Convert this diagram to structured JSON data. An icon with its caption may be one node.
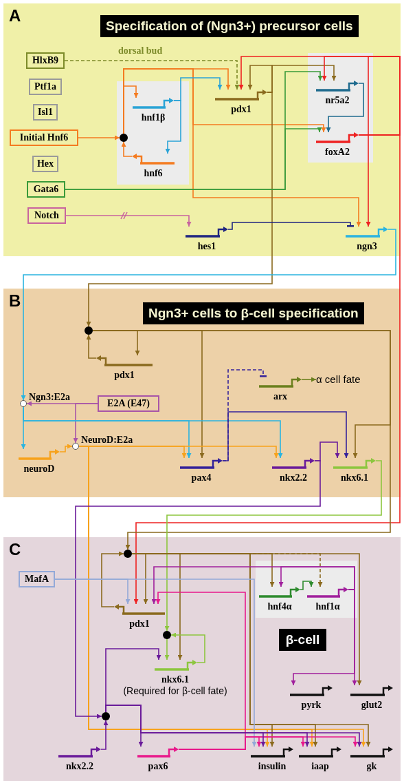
{
  "diagram": {
    "nodes": [
      {
        "text": [
          "A",
          "Specification of (Ngn3+) precursor cells"
        ]
      },
      {
        "text": [
          "HlxB9"
        ],
        "in": 0
      },
      {
        "text": [
          "Ptf1a"
        ],
        "in": 0
      },
      {
        "text": [
          "Isl1"
        ],
        "in": 0
      },
      {
        "text": [
          "Initial Hnf6"
        ],
        "in": 0
      },
      {
        "text": [
          "Hex"
        ],
        "in": 0
      },
      {
        "text": [
          "Gata6"
        ],
        "in": 0
      },
      {
        "text": [
          "Notch"
        ],
        "in": 0
      },
      {
        "text": [],
        "shape": "box",
        "in": 0
      },
      {
        "text": [
          "hnf1β"
        ],
        "in": 8
      },
      {
        "text": [
          "hnf6"
        ],
        "in": 8
      },
      {
        "text": [],
        "shape": "circle",
        "in": 8
      },
      {
        "text": [
          "pdx1"
        ],
        "in": 0
      },
      {
        "text": [],
        "shape": "box",
        "in": 0
      },
      {
        "text": [
          "nr5a2"
        ],
        "in": 13
      },
      {
        "text": [
          "foxA2"
        ],
        "in": 13
      },
      {
        "text": [
          "hes1"
        ],
        "in": 0
      },
      {
        "text": [
          "ngn3"
        ],
        "in": 0
      },
      {
        "text": [
          "B",
          "Ngn3+ cells to β-cell specification"
        ]
      },
      {
        "text": [],
        "shape": "circle",
        "in": 18
      },
      {
        "text": [
          "pdx1"
        ],
        "in": 18
      },
      {
        "text": [
          "arx"
        ],
        "in": 18
      },
      {
        "text": [
          "α cell fate"
        ],
        "in": 18
      },
      {
        "text": [],
        "shape": "circle",
        "beside": [
          "Ngn3:E2a"
        ],
        "in": 18
      },
      {
        "text": [
          "E2A (E47)"
        ],
        "in": 18
      },
      {
        "text": [],
        "shape": "circle",
        "beside": [
          "NeuroD:E2a"
        ],
        "in": 18
      },
      {
        "text": [
          "neuroD"
        ],
        "in": 18
      },
      {
        "text": [
          "pax4"
        ],
        "in": 18
      },
      {
        "text": [
          "nkx2.2"
        ],
        "in": 18
      },
      {
        "text": [
          "nkx6.1"
        ],
        "in": 18
      },
      {
        "text": [
          "C"
        ]
      },
      {
        "text": [
          "β-cell"
        ],
        "in": 30
      },
      {
        "text": [
          "MafA"
        ],
        "in": 30
      },
      {
        "text": [],
        "shape": "circle",
        "in": 30
      },
      {
        "text": [
          "pdx1"
        ],
        "in": 30
      },
      {
        "text": [],
        "shape": "box",
        "in": 30
      },
      {
        "text": [
          "hnf4α"
        ],
        "in": 35
      },
      {
        "text": [
          "hnf1α"
        ],
        "in": 35
      },
      {
        "text": [],
        "shape": "circle",
        "in": 30
      },
      {
        "text": [
          "nkx6.1",
          "(Required for β-cell fate)"
        ],
        "in": 30
      },
      {
        "text": [],
        "shape": "circle",
        "in": 30
      },
      {
        "text": [
          "nkx2.2"
        ],
        "in": 30
      },
      {
        "text": [
          "pax6"
        ],
        "in": 30
      },
      {
        "text": [
          "pyrk"
        ],
        "in": 30
      },
      {
        "text": [
          "glut2"
        ],
        "in": 30
      },
      {
        "text": [
          "insulin"
        ],
        "in": 30
      },
      {
        "text": [
          "iaap"
        ],
        "in": 30
      },
      {
        "text": [
          "gk"
        ],
        "in": 30
      }
    ],
    "edges": [
      {
        "from": 1,
        "to": 12,
        "arrow": "to",
        "style": "dashed",
        "color": "#7d8b2a",
        "label": "dorsal bud"
      },
      {
        "from": 4,
        "to": 11,
        "arrow": "to",
        "color": "#f47b20"
      },
      {
        "from": 11,
        "to": 9,
        "arrow": "to",
        "color": "#f47b20"
      },
      {
        "from": 11,
        "to": 12,
        "arrow": "to",
        "color": "#f47b20"
      },
      {
        "from": 11,
        "to": 15,
        "arrow": "to",
        "color": "#f47b20"
      },
      {
        "from": 11,
        "to": 17,
        "arrow": "to",
        "color": "#f47b20"
      },
      {
        "from": 9,
        "to": 12,
        "arrow": "to",
        "color": "#2aa3d6"
      },
      {
        "from": 9,
        "to": 10,
        "arrow": "to",
        "color": "#2aa3d6"
      },
      {
        "from": 10,
        "to": 11,
        "arrow": "to",
        "color": "#f47b20"
      },
      {
        "from": 12,
        "to": 12,
        "arrow": "to",
        "color": "#8a6a1e"
      },
      {
        "from": 12,
        "to": 14,
        "arrow": "to",
        "color": "#8a6a1e"
      },
      {
        "from": 12,
        "to": 19,
        "arrow": "to",
        "color": "#8a6a1e"
      },
      {
        "from": 15,
        "to": 12,
        "arrow": "to",
        "color": "#ee2222"
      },
      {
        "from": 15,
        "to": 14,
        "arrow": "to",
        "color": "#ee2222"
      },
      {
        "from": 15,
        "to": 17,
        "arrow": "to",
        "color": "#ee2222"
      },
      {
        "from": 15,
        "to": 34,
        "arrow": "to",
        "color": "#ee2222"
      },
      {
        "from": 14,
        "to": 15,
        "arrow": "to",
        "color": "#1f6b8e"
      },
      {
        "from": 6,
        "to": 14,
        "arrow": "to",
        "color": "#3a9a3a"
      },
      {
        "from": 6,
        "to": 15,
        "arrow": "to",
        "color": "#3a9a3a"
      },
      {
        "from": 7,
        "to": 16,
        "arrow": "to",
        "color": "#c8649e"
      },
      {
        "from": 16,
        "to": 17,
        "arrow": "other",
        "color": "#1f2580"
      },
      {
        "from": 17,
        "to": 23,
        "arrow": "to",
        "color": "#2ab4e0"
      },
      {
        "from": 19,
        "to": 20,
        "arrow": "to",
        "color": "#8a6a1e"
      },
      {
        "from": 20,
        "to": 19,
        "arrow": "to",
        "color": "#8a6a1e"
      },
      {
        "from": 19,
        "to": 27,
        "arrow": "to",
        "color": "#8a6a1e"
      },
      {
        "from": 19,
        "to": 29,
        "arrow": "to",
        "color": "#8a6a1e"
      },
      {
        "from": 19,
        "to": 33,
        "arrow": "to",
        "color": "#8a6a1e"
      },
      {
        "from": 24,
        "to": 23,
        "arrow": "to",
        "color": "#a855a8"
      },
      {
        "from": 24,
        "to": 25,
        "arrow": "to",
        "color": "#a855a8"
      },
      {
        "from": 23,
        "to": 26,
        "arrow": "to",
        "color": "#2ab4e0"
      },
      {
        "from": 23,
        "to": 27,
        "arrow": "to",
        "color": "#2ab4e0"
      },
      {
        "from": 23,
        "to": 28,
        "arrow": "to",
        "color": "#2ab4e0"
      },
      {
        "from": 26,
        "to": 25,
        "arrow": "to",
        "color": "#f7a21b"
      },
      {
        "from": 25,
        "to": 27,
        "arrow": "to",
        "color": "#f7a21b"
      },
      {
        "from": 25,
        "to": 28,
        "arrow": "to",
        "color": "#f7a21b"
      },
      {
        "from": 25,
        "to": 45,
        "arrow": "to",
        "color": "#f7a21b"
      },
      {
        "from": 25,
        "to": 46,
        "arrow": "to",
        "color": "#f7a21b"
      },
      {
        "from": 25,
        "to": 47,
        "arrow": "to",
        "color": "#f7a21b"
      },
      {
        "from": 27,
        "to": 21,
        "arrow": "other",
        "style": "dashed",
        "color": "#34229a"
      },
      {
        "from": 27,
        "to": 29,
        "arrow": "to",
        "color": "#34229a"
      },
      {
        "from": 21,
        "to": 22,
        "arrow": "to",
        "color": "#6b7f1e"
      },
      {
        "from": 28,
        "to": 29,
        "arrow": "to",
        "color": "#6a1b9a"
      },
      {
        "from": 28,
        "to": 40,
        "arrow": "to",
        "color": "#6a1b9a"
      },
      {
        "from": 29,
        "to": 38,
        "arrow": "to",
        "color": "#8dc63f"
      },
      {
        "from": 34,
        "to": 33,
        "arrow": "to",
        "color": "#8a6a1e"
      },
      {
        "from": 33,
        "to": 34,
        "arrow": "to",
        "color": "#8a6a1e"
      },
      {
        "from": 33,
        "to": 39,
        "arrow": "to",
        "color": "#8a6a1e"
      },
      {
        "from": 33,
        "to": 36,
        "arrow": "to",
        "color": "#8a6a1e"
      },
      {
        "from": 33,
        "to": 37,
        "arrow": "to",
        "style": "dashed",
        "color": "#8a6a1e"
      },
      {
        "from": 33,
        "to": 44,
        "arrow": "to",
        "color": "#8a6a1e"
      },
      {
        "from": 33,
        "to": 45,
        "arrow": "to",
        "color": "#8a6a1e"
      },
      {
        "from": 33,
        "to": 46,
        "arrow": "to",
        "color": "#8a6a1e"
      },
      {
        "from": 33,
        "to": 47,
        "arrow": "to",
        "color": "#8a6a1e"
      },
      {
        "from": 32,
        "to": 34,
        "arrow": "to",
        "color": "#93a9d8"
      },
      {
        "from": 32,
        "to": 45,
        "arrow": "to",
        "color": "#93a9d8"
      },
      {
        "from": 37,
        "to": 34,
        "arrow": "to",
        "color": "#a0209c"
      },
      {
        "from": 37,
        "to": 36,
        "arrow": "to",
        "color": "#a0209c"
      },
      {
        "from": 37,
        "to": 44,
        "arrow": "to",
        "color": "#a0209c"
      },
      {
        "from": 37,
        "to": 43,
        "arrow": "to",
        "color": "#a0209c"
      },
      {
        "from": 36,
        "to": 37,
        "arrow": "to",
        "color": "#2e8b2e"
      },
      {
        "from": 42,
        "to": 34,
        "arrow": "to",
        "color": "#e8198b"
      },
      {
        "from": 42,
        "to": 45,
        "arrow": "to",
        "color": "#e8198b"
      },
      {
        "from": 42,
        "to": 46,
        "arrow": "to",
        "color": "#e8198b"
      },
      {
        "from": 42,
        "to": 47,
        "arrow": "to",
        "color": "#e8198b"
      },
      {
        "from": 41,
        "to": 40,
        "arrow": "to",
        "color": "#6a1b9a"
      },
      {
        "from": 40,
        "to": 39,
        "arrow": "to",
        "color": "#6a1b9a"
      },
      {
        "from": 40,
        "to": 42,
        "arrow": "to",
        "color": "#6a1b9a"
      },
      {
        "from": 40,
        "to": 45,
        "arrow": "to",
        "color": "#6a1b9a"
      },
      {
        "from": 40,
        "to": 46,
        "arrow": "to",
        "color": "#6a1b9a"
      },
      {
        "from": 40,
        "to": 47,
        "arrow": "to",
        "color": "#6a1b9a"
      },
      {
        "from": 38,
        "to": 39,
        "arrow": "to",
        "color": "#8dc63f"
      },
      {
        "from": 39,
        "to": 38,
        "arrow": "to",
        "color": "#8dc63f"
      }
    ]
  }
}
